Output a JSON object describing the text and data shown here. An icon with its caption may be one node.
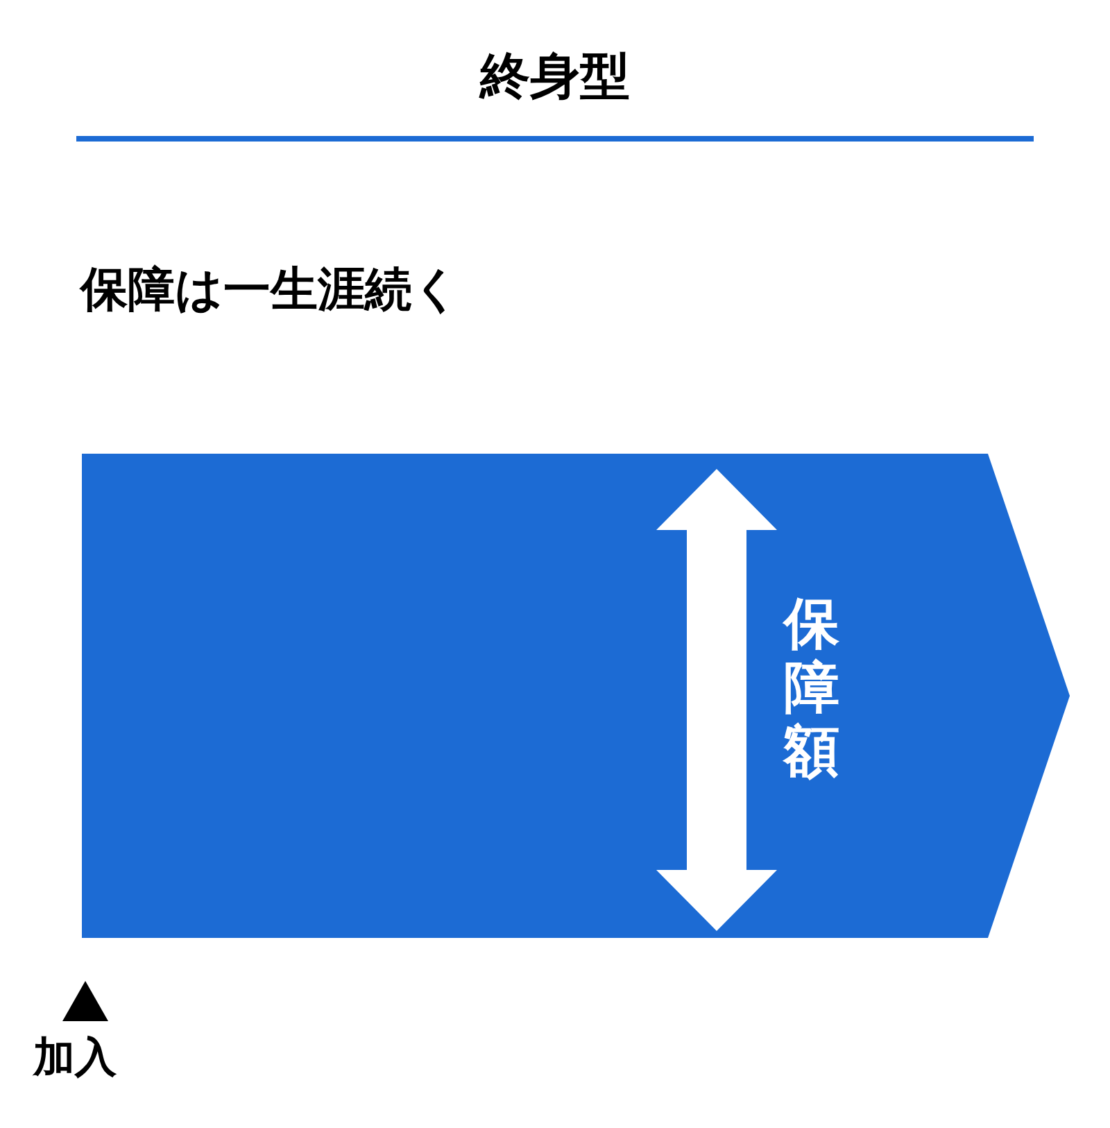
{
  "diagram": {
    "title": "終身型",
    "nodes": [
      {
        "text": [
          "保障額"
        ]
      },
      {
        "text": [],
        "shape": "arrow",
        "in": 0
      }
    ],
    "labels": [
      "保障は一生涯続く",
      "加入"
    ]
  }
}
